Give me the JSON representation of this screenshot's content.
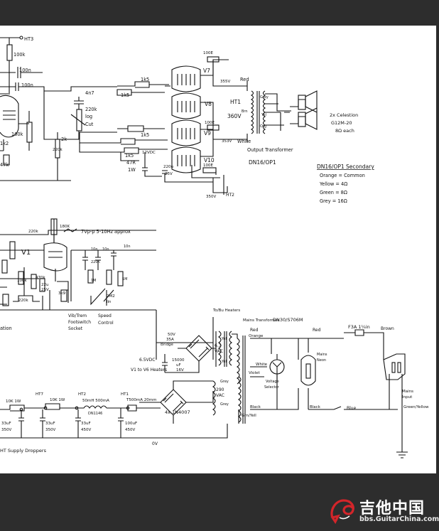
{
  "schematic": {
    "power_amp": {
      "ht3": "HT3",
      "r_100k_top": "100k",
      "c_100n_a": "100n",
      "c_100n_b": "100n",
      "r_100k_mid": "100k",
      "r_1k2": "1k2",
      "r_47k": "47k",
      "r_2k": "2k",
      "r_220k_vert": "220k",
      "c_4n7": "4n7",
      "pot_220k": "220k",
      "pot_log": "log",
      "pot_cut": "Cut",
      "grid_r1": "1k5",
      "grid_r2": "1k5",
      "grid_r3": "1k5",
      "grid_r4": "1k5",
      "r_100e_top": "100E",
      "r_100e_mid": "100E",
      "r_100e_bot": "100E",
      "v7": "V7",
      "v8": "V8",
      "v9": "V9",
      "v10": "V10",
      "v_355_top": "355V",
      "v_353_bot": "353V",
      "red_wire": "Red",
      "white_wire": "White",
      "ht1": "HT1",
      "v_360": "360V",
      "grey": "Grey",
      "brn": "Brn",
      "yel": "Yel",
      "org": "Org",
      "bias_12v": "12VDC",
      "r_47r": "47R",
      "r_47r_w": "1W",
      "c_220u": "220u",
      "c_220u_v": "25V",
      "v_350": "350V",
      "ht2": "HT2",
      "output_transformer": "Output Transformer",
      "ot_part": "DN16/OP1",
      "speaker_count": "2x Celestion",
      "speaker_model": "G12M-20",
      "speaker_imp": "8Ω each"
    },
    "legend": {
      "title": "DN16/OP1 Secondary",
      "rows": [
        "Orange = Common",
        "Yellow = 4Ω",
        "Green = 8Ω",
        "Grey = 16Ω"
      ]
    },
    "tremolo": {
      "r_180k": "180K",
      "freq": "7Vp-p 5-10Hz approx",
      "r_220k": "220k",
      "v1": "V1",
      "r_100k": "100k",
      "r_470k": "470k",
      "cap_22u": "22u",
      "cap_25v": "25V",
      "r_220k_low": "220k",
      "r_3k9": "3k9",
      "r_1m_a": "1M",
      "r_1m_b": "1M",
      "c_10n_a": "10n",
      "c_10n_b": "10n",
      "c_10n_c": "10n",
      "pot_220k": "220K",
      "pot_2m2": "2M2",
      "pot_lin": "lin",
      "ind_frag": "ation",
      "footswitch1": "Vib/Trem",
      "footswitch2": "Footswitch",
      "footswitch3": "Socket",
      "speed1": "Speed",
      "speed2": "Control"
    },
    "psu": {
      "to_heaters": "To/Bu Heaters",
      "heater_50v": "50V",
      "heater_35a": "35A",
      "bridge": "Bridge",
      "heater_6v3": "6.3",
      "heater_vac": "VAC",
      "wire_yel": "Yel",
      "v_6_5vdc": "6.5VDC",
      "v1_v6": "V1 to V6 Heaters",
      "c_15000": "15000",
      "c_uf": "uF",
      "c_16v": "16V",
      "mains_transformer": "Mains Transformer",
      "mains_part": "DN30/S706M",
      "red": "Red",
      "orange": "Orange",
      "white": "White",
      "violet": "Violet",
      "black": "Black",
      "gnd_yell": "Grn/Yell",
      "voltage_selector_1": "Voltage",
      "voltage_selector_2": "Selector",
      "neon_1": "Mains",
      "neon_2": "Neon",
      "black_lower": "Black",
      "fuse": "F3A 1¼in",
      "brown": "Brown",
      "blue": "Blue",
      "red_top": "Red",
      "mains_input_1": "Mains",
      "mains_input_2": "Input",
      "green_yellow": "Green/Yellow",
      "sec_290": "290",
      "sec_vac": "VAC",
      "sec_grey": "Grey",
      "r_10k_1w_a": "10K 1W",
      "r_10k_1w_b": "10K 1W",
      "ht7": "HT7",
      "ht2_lbl": "HT2",
      "ht1_lbl": "HT1",
      "choke": "50mH 500mA",
      "choke_part": "DN1146",
      "cap_33u_a": "33uF",
      "cap_350": "350V",
      "cap_33u_b": "33uF",
      "cap_350b": "350V",
      "cap_33u_c": "33uF",
      "cap_450": "450V",
      "fuse_ht": "T500mA 20mm",
      "cap_100u": "100uF",
      "cap_450b": "450V",
      "diodes": "4x 1N4007",
      "zero_v": "0V",
      "ht_supply": "HT Supply Droppers"
    }
  },
  "watermark": {
    "title": "吉他中国",
    "url": "bbs.GuitarChina.com"
  }
}
